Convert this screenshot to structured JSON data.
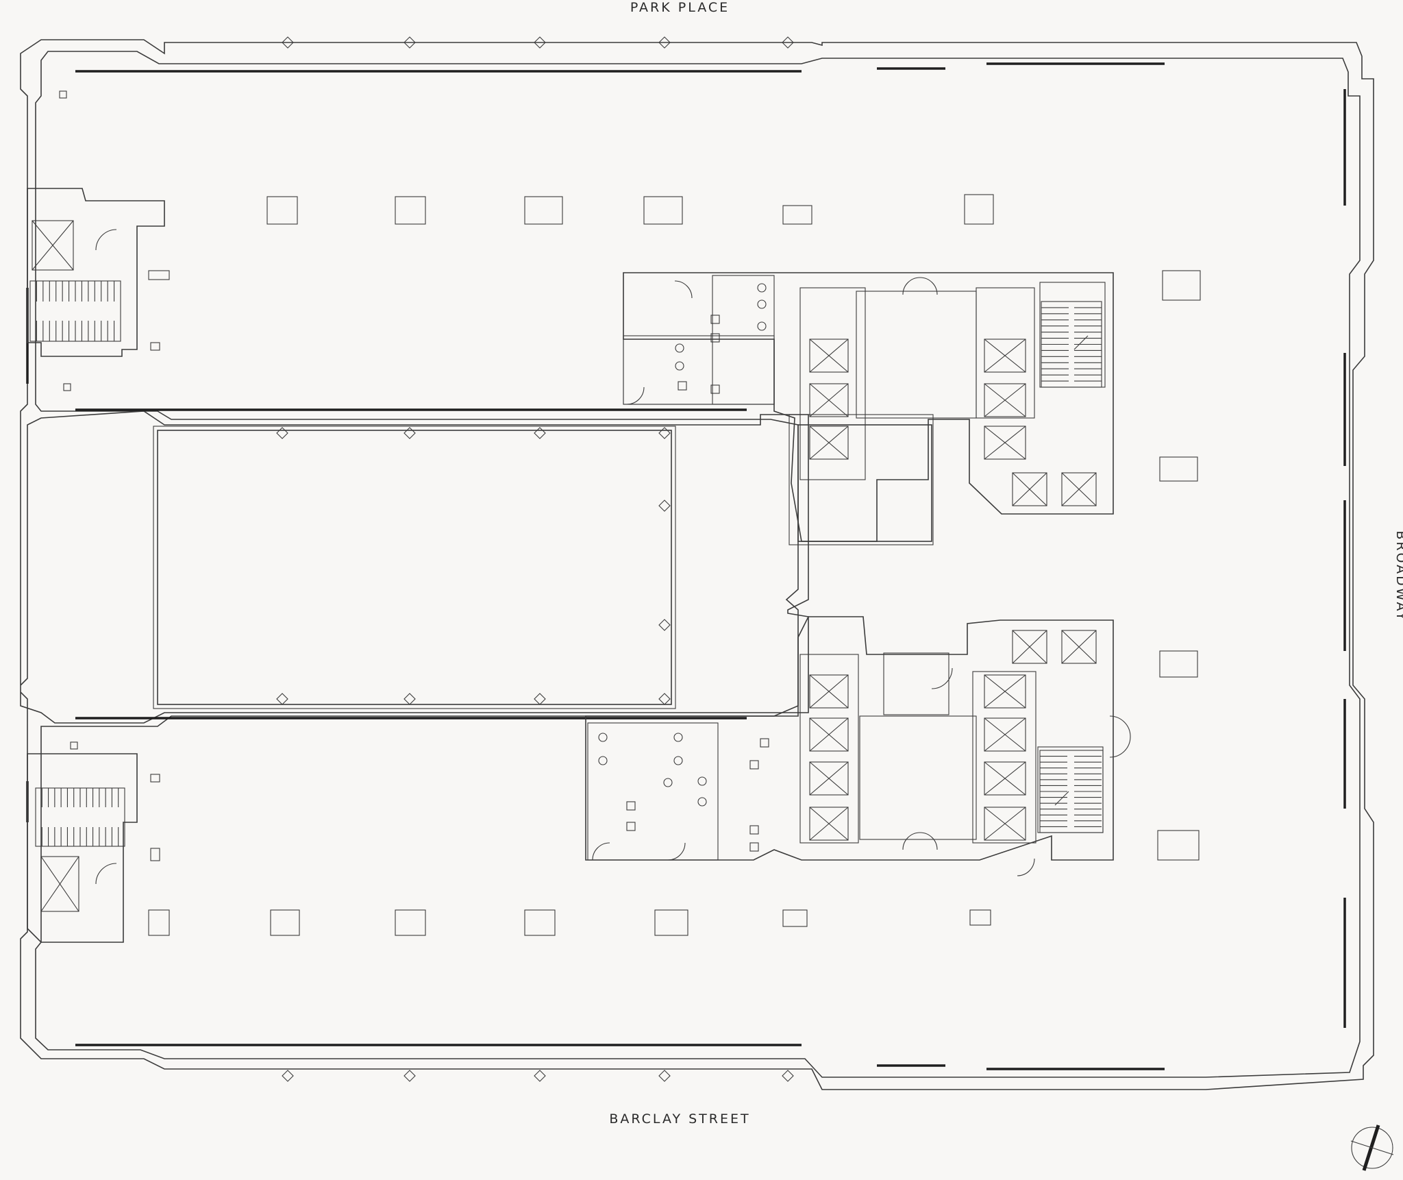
{
  "plan": {
    "streets": {
      "top": "PARK PLACE",
      "bottom": "BARCLAY STREET",
      "right": "BROADWAY"
    },
    "colors": {
      "background": "#f8f7f5",
      "lines": "#3b3b3b"
    },
    "icons": [
      "north-arrow-icon",
      "elevator-icon",
      "stair-icon",
      "toilet-icon",
      "sink-icon",
      "door-swing-icon",
      "column-icon"
    ]
  }
}
